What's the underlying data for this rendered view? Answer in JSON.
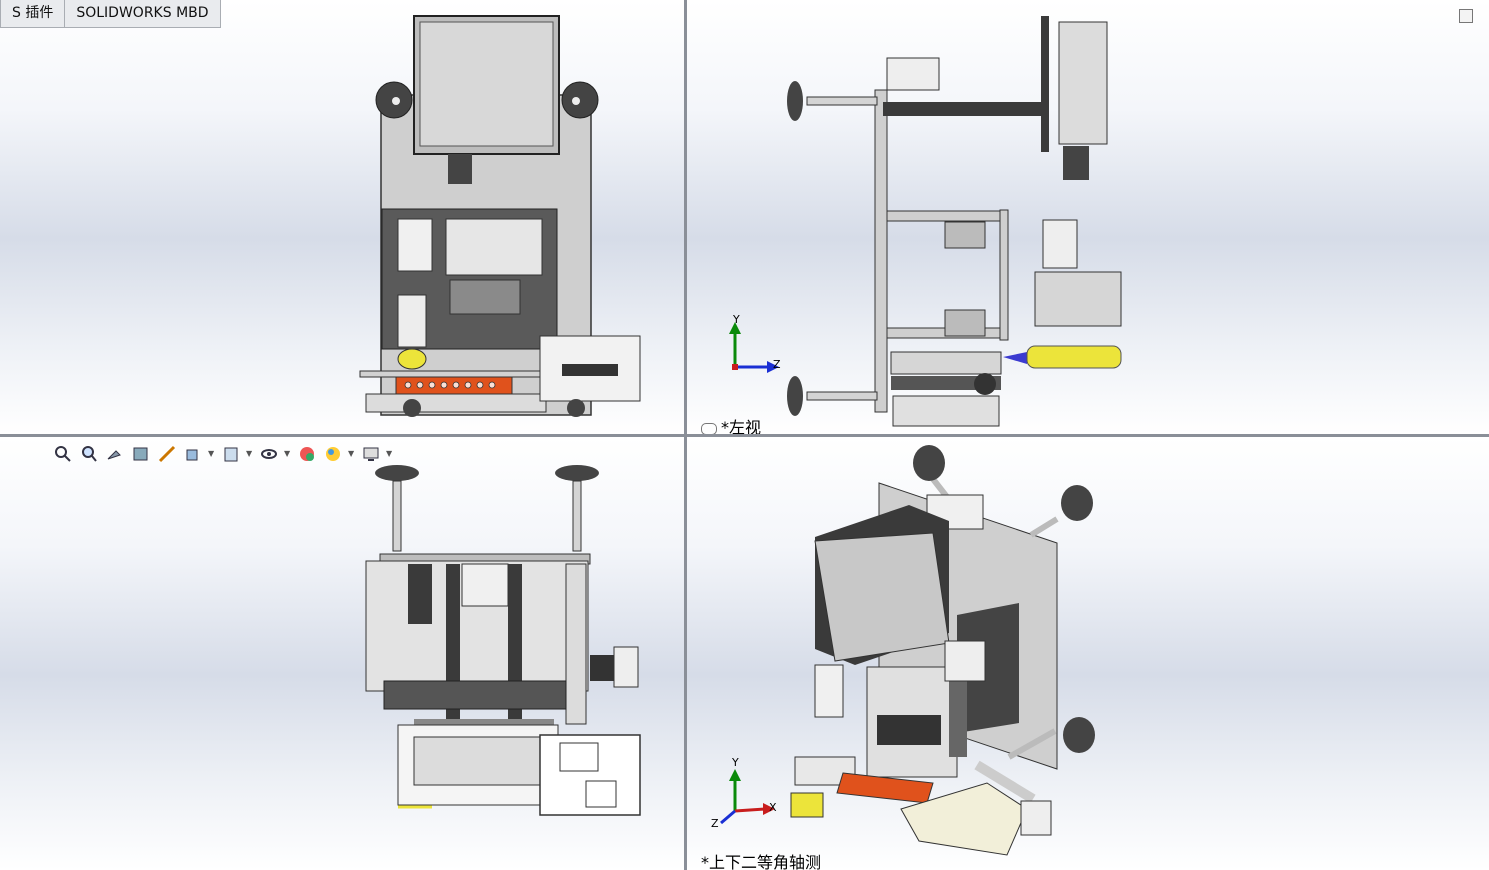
{
  "tabs": [
    {
      "label": "S 插件"
    },
    {
      "label": "SOLIDWORKS MBD"
    }
  ],
  "views": {
    "top_right": {
      "label": "左视",
      "prefix": "*"
    },
    "bottom_right": {
      "label": "上下二等角轴测",
      "prefix": "*"
    }
  },
  "triad": {
    "y": "Y",
    "z": "Z",
    "x": "X"
  },
  "toolbar": {
    "icons": [
      "zoom-to-fit-icon",
      "zoom-area-icon",
      "previous-view-icon",
      "section-view-icon",
      "dynamic-annotation-icon",
      "view-orientation-icon",
      "display-style-icon",
      "hide-show-items-icon",
      "edit-appearance-icon",
      "apply-scene-icon",
      "view-settings-icon"
    ]
  },
  "colors": {
    "accent_orange": "#e0521c",
    "accent_yellow": "#ece43a",
    "frame_gray": "#c8c8c8",
    "dark": "#333333"
  }
}
